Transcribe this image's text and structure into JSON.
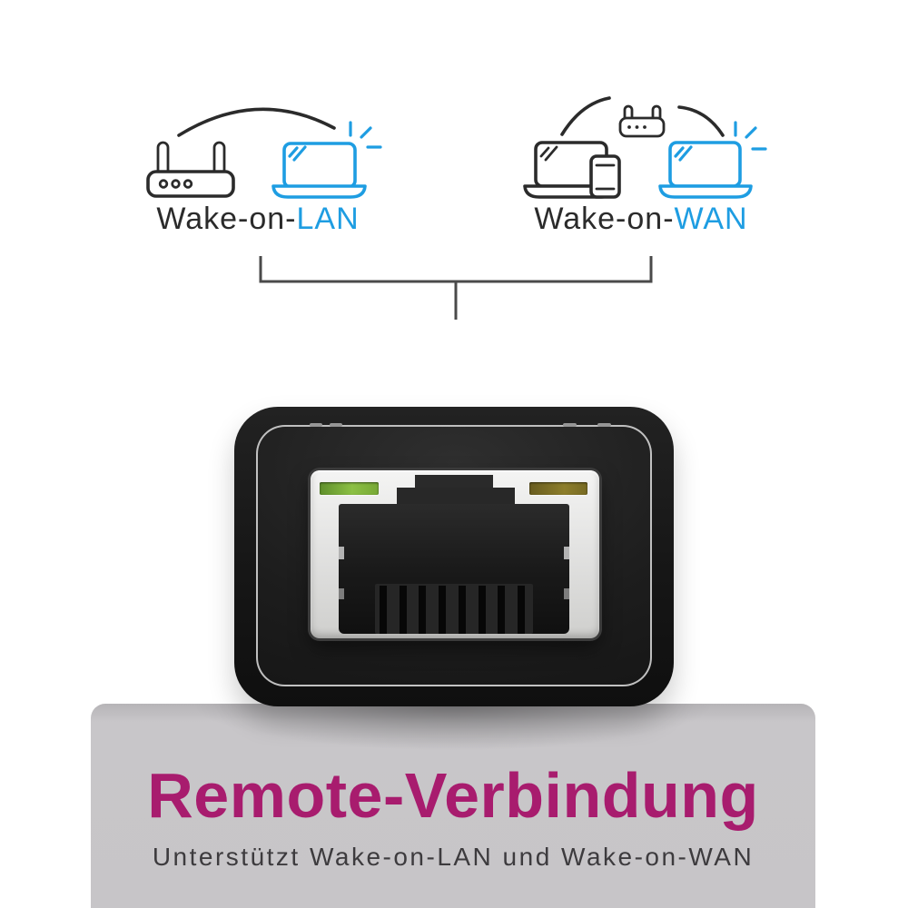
{
  "colors": {
    "accent_blue": "#1e9de2",
    "icon_dark": "#2b2b2b",
    "headline_magenta": "#a81c6e",
    "subtitle_gray": "#3d3b3e",
    "panel_gray": "#c7c5c8",
    "bracket_gray": "#4a4a4a",
    "led_green": "#8cc044",
    "led_amber": "#8d7e2b"
  },
  "diagram": {
    "wake_on_lan": {
      "prefix": "Wake-on-",
      "suffix": "LAN",
      "icons": [
        "wifi-router-icon",
        "connection-arc",
        "laptop-icon",
        "wake-sparks-icon"
      ]
    },
    "wake_on_wan": {
      "prefix": "Wake-on-",
      "suffix": "WAN",
      "icons": [
        "laptop-icon",
        "smartphone-icon",
        "wifi-router-icon",
        "connection-arc",
        "connection-arc",
        "laptop-icon",
        "wake-sparks-icon"
      ]
    }
  },
  "device": {
    "kind": "rj45-ethernet-port",
    "port_pins": 8,
    "leds": [
      "green",
      "amber"
    ]
  },
  "banner": {
    "title": "Remote-Verbindung",
    "subtitle": "Unterstützt Wake-on-LAN und Wake-on-WAN"
  }
}
